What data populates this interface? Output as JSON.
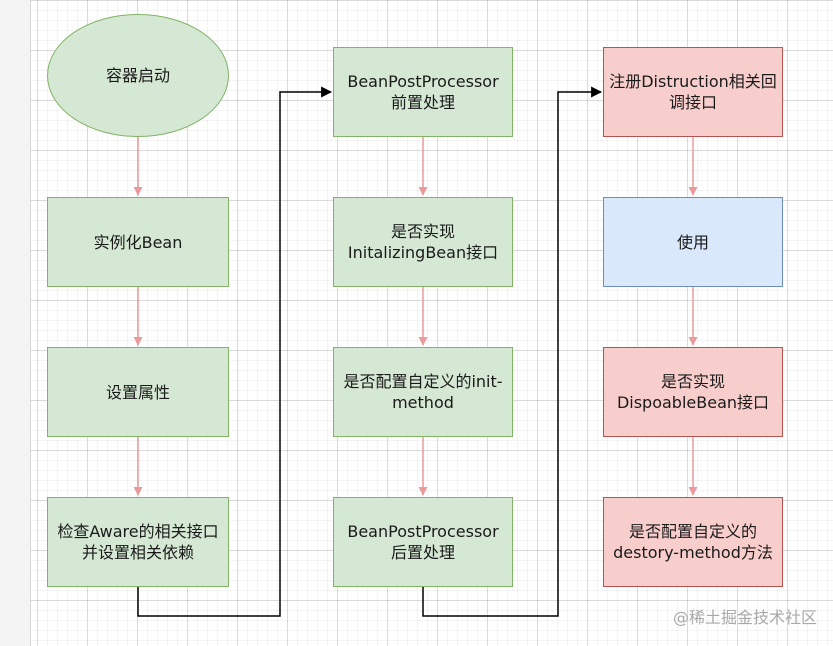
{
  "diagram": {
    "nodes": [
      {
        "id": "start",
        "label": "容器启动",
        "color": "green",
        "shape": "ellipse"
      },
      {
        "id": "instantiate",
        "label": "实例化Bean",
        "color": "green",
        "shape": "rect"
      },
      {
        "id": "set-properties",
        "label": "设置属性",
        "color": "green",
        "shape": "rect"
      },
      {
        "id": "check-aware",
        "label": "检查Aware的相关接口\n并设置相关依赖",
        "color": "green",
        "shape": "rect"
      },
      {
        "id": "bpp-before",
        "label": "BeanPostProcessor\n前置处理",
        "color": "green",
        "shape": "rect"
      },
      {
        "id": "initializing-bean",
        "label": "是否实现\nInitalizingBean接口",
        "color": "green",
        "shape": "rect"
      },
      {
        "id": "init-method",
        "label": "是否配置自定义的init-\nmethod",
        "color": "green",
        "shape": "rect"
      },
      {
        "id": "bpp-after",
        "label": "BeanPostProcessor\n后置处理",
        "color": "green",
        "shape": "rect"
      },
      {
        "id": "register-destruction",
        "label": "注册Distruction相关回\n调接口",
        "color": "red",
        "shape": "rect"
      },
      {
        "id": "use",
        "label": "使用",
        "color": "blue",
        "shape": "rect"
      },
      {
        "id": "disposable-bean",
        "label": "是否实现\nDispoableBean接口",
        "color": "red",
        "shape": "rect"
      },
      {
        "id": "destroy-method",
        "label": "是否配置自定义的\ndestory-method方法",
        "color": "red",
        "shape": "rect"
      }
    ],
    "edges": [
      {
        "from": "start",
        "to": "instantiate"
      },
      {
        "from": "instantiate",
        "to": "set-properties"
      },
      {
        "from": "set-properties",
        "to": "check-aware"
      },
      {
        "from": "check-aware",
        "to": "bpp-before"
      },
      {
        "from": "bpp-before",
        "to": "initializing-bean"
      },
      {
        "from": "initializing-bean",
        "to": "init-method"
      },
      {
        "from": "init-method",
        "to": "bpp-after"
      },
      {
        "from": "bpp-after",
        "to": "register-destruction"
      },
      {
        "from": "register-destruction",
        "to": "use"
      },
      {
        "from": "use",
        "to": "disposable-bean"
      },
      {
        "from": "disposable-bean",
        "to": "destroy-method"
      }
    ]
  },
  "colors": {
    "green_fill": "#d5e8d4",
    "green_stroke": "#82b366",
    "red_fill": "#f8cecc",
    "red_stroke": "#b85450",
    "blue_fill": "#dae8fc",
    "blue_stroke": "#6c8ebf",
    "vertical_arrow": "#ea9a9a",
    "connector": "#000000"
  },
  "watermark": "@稀土掘金技术社区"
}
